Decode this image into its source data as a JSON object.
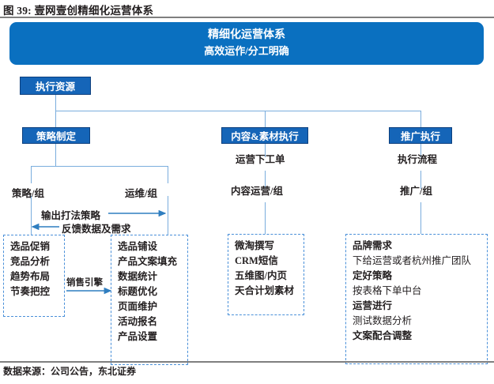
{
  "figure": {
    "title": "图 39: 壹网壹创精细化运营体系",
    "source": "数据来源：公司公告，东北证券"
  },
  "banner": {
    "line1": "精细化运营体系",
    "line2": "高效运作/分工明确"
  },
  "nodes": {
    "root": "执行资源",
    "strategy": "策略制定",
    "content": "内容&素材执行",
    "promotion": "推广执行"
  },
  "labels": {
    "content_sub1": "运营下工单",
    "content_sub2": "内容运营/组",
    "promotion_sub1": "执行流程",
    "promotion_sub2": "推广/组",
    "strategy_group": "策略/组",
    "ops_group": "运维/组",
    "arrow_right": "输出打法策略",
    "arrow_left": "反馈数据及需求",
    "sales_engine": "销售引擎"
  },
  "boxes": {
    "strategy_items": [
      {
        "text": "选品促销",
        "bold": true
      },
      {
        "text": "竞品分析",
        "bold": true
      },
      {
        "text": "趋势布局",
        "bold": true
      },
      {
        "text": "节奏把控",
        "bold": true
      }
    ],
    "ops_items": [
      {
        "text": "选品铺设",
        "bold": true
      },
      {
        "text": "产品文案填充",
        "bold": true
      },
      {
        "text": "数据统计",
        "bold": true
      },
      {
        "text": "标题优化",
        "bold": true
      },
      {
        "text": "页面维护",
        "bold": true
      },
      {
        "text": "活动报名",
        "bold": true
      },
      {
        "text": "产品设置",
        "bold": true
      }
    ],
    "content_items": [
      {
        "text": "微淘撰写",
        "bold": true
      },
      {
        "text": "CRM短信",
        "bold": true
      },
      {
        "text": "五维图/内页",
        "bold": true
      },
      {
        "text": "天合计划素材",
        "bold": true
      }
    ],
    "promotion_items": [
      {
        "text": "品牌需求",
        "bold": true
      },
      {
        "text": "下给运营或者杭州推广团队",
        "bold": false
      },
      {
        "text": "定好策略",
        "bold": true
      },
      {
        "text": "按表格下单中台",
        "bold": false
      },
      {
        "text": "运营进行",
        "bold": true
      },
      {
        "text": "测试数据分析",
        "bold": false
      },
      {
        "text": "文案配合调整",
        "bold": true
      }
    ]
  },
  "colors": {
    "banner_blue": "#0a70c0",
    "node_blue": "#1565b8",
    "line_blue": "#7aaddd",
    "dash_blue": "#4a90d9",
    "rule_gray": "#7f7f7f"
  }
}
